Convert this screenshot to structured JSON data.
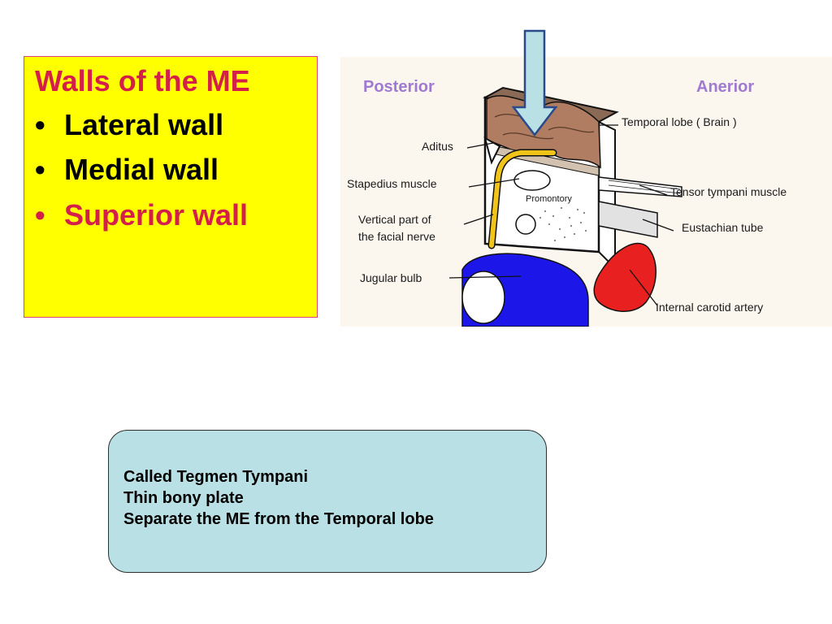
{
  "walls_box": {
    "title": "Walls of the ME",
    "items": [
      {
        "bullet": "•",
        "label": "Lateral wall"
      },
      {
        "bullet": "•",
        "label": "Medial wall"
      },
      {
        "bullet": "•",
        "label": "Superior wall"
      }
    ],
    "highlighted_item": "Superior wall"
  },
  "diagram": {
    "direction_posterior": "Posterior",
    "direction_anterior": "Anerior",
    "labels": {
      "temporal_lobe": "Temporal  lobe  ( Brain )",
      "aditus": "Aditus",
      "stapedius": "Stapedius  muscle",
      "tensor_tympani": "Tensor  tympani  muscle",
      "promontory": "Promontory",
      "facial_nerve_1": "Vertical  part  of",
      "facial_nerve_2": "the  facial  nerve",
      "eustachian": "Eustachian  tube",
      "jugular": "Jugular  bulb",
      "carotid": "Internal  carotid  artery"
    }
  },
  "info_box": {
    "lines": [
      "Called Tegmen Tympani",
      "Thin bony plate",
      "Separate the ME from the Temporal lobe"
    ]
  },
  "colors": {
    "box_yellow": "#ffff00",
    "title_red": "#d41f4a",
    "info_teal": "#b9e0e5",
    "arrow_fill": "#b9e0e5",
    "temporal_lobe_brown": "#b07d62",
    "facial_nerve_yellow": "#f0c419",
    "jugular_blue": "#1c17e8",
    "carotid_red": "#e82020",
    "direction_purple": "#a07ad0"
  }
}
